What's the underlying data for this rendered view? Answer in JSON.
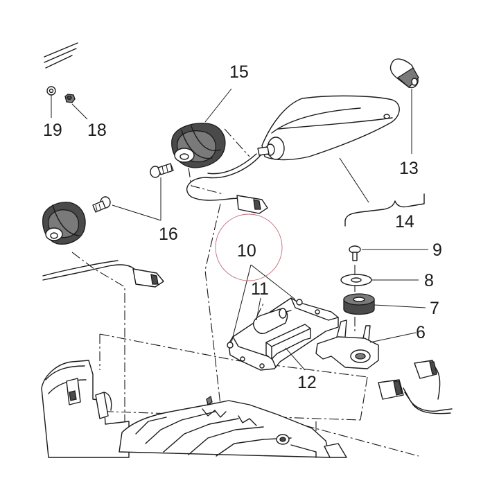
{
  "diagram": {
    "callouts": {
      "c6": "6",
      "c7": "7",
      "c8": "8",
      "c9": "9",
      "c10": "10",
      "c11": "11",
      "c12": "12",
      "c13": "13",
      "c14": "14",
      "c15": "15",
      "c16": "16",
      "c18": "18",
      "c19": "19"
    },
    "highlight_color": "#c46b7a"
  }
}
